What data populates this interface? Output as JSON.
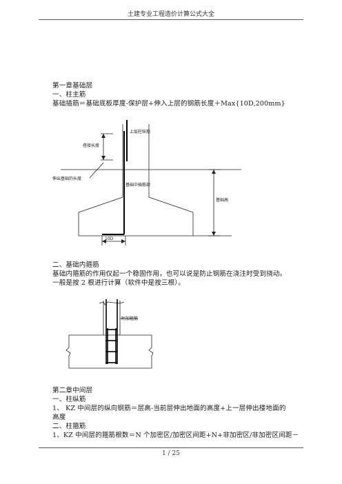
{
  "header": {
    "title": "土建专业工程造价计算公式大全"
  },
  "content": {
    "chapter1": "第一章基础层",
    "sec1": "一、柱主筋",
    "formula1": "基础插筋＝基础底板厚度-保护层+伸入上层的钢筋长度＋Max{10D,200mm}",
    "fig1": {
      "label_upper": "上层柱纵筋",
      "label_lap": "搭接长度",
      "label_bottom": "伸出基础的长度",
      "label_mid": "基础中插筋部",
      "label_height": "基础高",
      "label_10d": "10D"
    },
    "sec2": "二、基础内箍筋",
    "para2_line1": "基础内箍筋的作用仅起一个稳固作用，也可以说是防止钢筋在浇注时受到挠动。",
    "para2_line2": "一般是按 2 根进行计算（软件中是按三根）。",
    "fig2": {
      "label": "附加箍筋"
    },
    "chapter2": "第二章中间层",
    "sec3": "一、柱纵筋",
    "formula3_line1": "1、  KZ 中间层的纵向钢筋＝层高-当前层伸出地面的高度+上一层伸出楼地面的",
    "formula3_line2": "高度",
    "sec4": "二、柱箍筋",
    "formula4": "1、KZ 中间层的箍筋根数＝N 个加密区/加密区间距+N+非加密区/非加密区间距－"
  },
  "footer": {
    "page": "1 / 25"
  }
}
